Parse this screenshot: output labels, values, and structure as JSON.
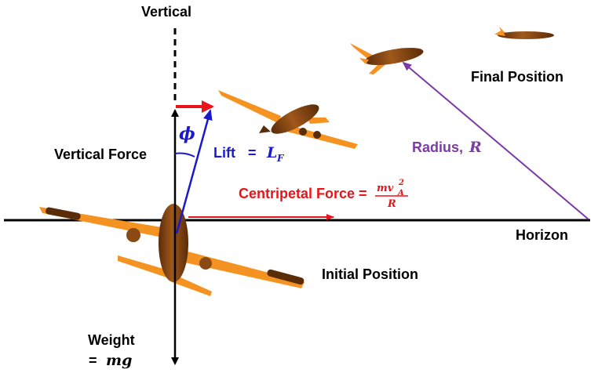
{
  "labels": {
    "vertical": "Vertical",
    "vertical_force": "Vertical Force",
    "lift_text": "Lift",
    "lift_eq": "=",
    "lift_symbol": "L",
    "lift_subscript": "F",
    "phi": "ϕ",
    "radius_text": "Radius,",
    "radius_symbol": "R",
    "centripetal_text": "Centripetal Force =",
    "centripetal_numerator": "mv",
    "centripetal_numerator_sup": "2",
    "centripetal_numerator_sub": "A",
    "centripetal_denominator": "R",
    "horizon": "Horizon",
    "initial_position": "Initial Position",
    "final_position": "Final Position",
    "weight": "Weight",
    "weight_eq": "=",
    "weight_symbol": "mg"
  },
  "colors": {
    "lift": "#1a1acc",
    "centripetal": "#e8141a",
    "radius": "#7a3aa8",
    "black": "#000000",
    "wing": "#f59322",
    "fuselage": "#8a4a14",
    "fuselage_dark": "#5a2c08"
  },
  "icons": [
    "airplane-initial-icon",
    "airplane-middle-icon",
    "airplane-upper-icon",
    "airplane-final-icon"
  ]
}
